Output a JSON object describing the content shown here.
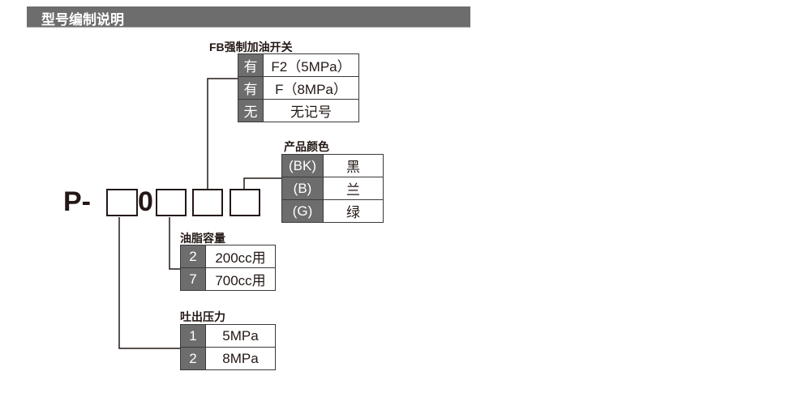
{
  "header": {
    "title": "型号编制说明"
  },
  "model": {
    "prefix": "P-",
    "fixed_digit": "0"
  },
  "fb_switch": {
    "title": "FB强制加油开关",
    "rows": [
      {
        "code": "有",
        "value": "F2（5MPa）"
      },
      {
        "code": "有",
        "value": "F（8MPa）"
      },
      {
        "code": "无",
        "value": "无记号"
      }
    ]
  },
  "color": {
    "title": "产品颜色",
    "rows": [
      {
        "code": "(BK)",
        "value": "黑"
      },
      {
        "code": "(B)",
        "value": "兰"
      },
      {
        "code": "(G)",
        "value": "绿"
      }
    ]
  },
  "grease": {
    "title": "油脂容量",
    "rows": [
      {
        "code": "2",
        "value": "200cc用"
      },
      {
        "code": "7",
        "value": "700cc用"
      }
    ]
  },
  "pressure": {
    "title": "吐出压力",
    "rows": [
      {
        "code": "1",
        "value": "5MPa"
      },
      {
        "code": "2",
        "value": "8MPa"
      }
    ]
  }
}
